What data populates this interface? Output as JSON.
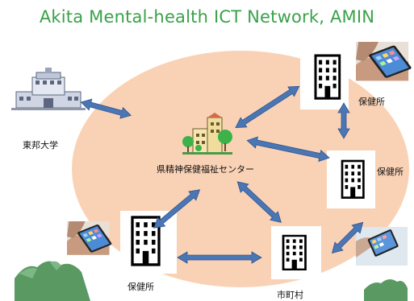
{
  "title": "Akita Mental-health ICT Network, AMIN",
  "nodes": {
    "university": {
      "label": "東邦大学",
      "icon": "hospital-building-icon"
    },
    "center": {
      "label": "県精神保健福祉センター",
      "icon": "center-building-icon"
    },
    "health_center_top": {
      "label": "保健所",
      "icon": "office-building-icon"
    },
    "health_center_right": {
      "label": "保健所",
      "icon": "office-building-icon"
    },
    "health_center_left": {
      "label": "保健所",
      "icon": "office-building-icon"
    },
    "municipality": {
      "label": "市町村",
      "icon": "office-building-icon"
    }
  },
  "photos": [
    "tablet-photo",
    "tablet-photo",
    "tablet-photo"
  ],
  "colors": {
    "title": "#3aa14a",
    "ellipse": "#f9d2b6",
    "arrow": "#4b76b4",
    "mountain": "#5a9a62"
  }
}
